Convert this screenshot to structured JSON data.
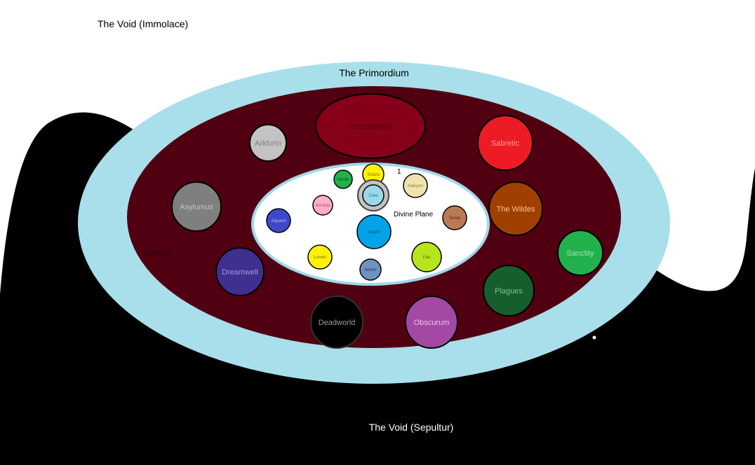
{
  "labels": {
    "void_top": "The Void (Immolace)",
    "void_bottom": "The Void (Sepultur)",
    "primordium": "The Primordium",
    "celestia": "Celestia",
    "divine_plane": "Divine Plane",
    "divine_mark": "1"
  },
  "outer_realms": [
    {
      "id": "chooseth",
      "label": "Choosethera",
      "color": "#87001a"
    },
    {
      "id": "arkturin",
      "label": "Arkturin",
      "color": "#c3c3c3"
    },
    {
      "id": "sabretic",
      "label": "Sabretic",
      "color": "#ed1c24"
    },
    {
      "id": "asylumus",
      "label": "Asylumus",
      "color": "#7f7f7f"
    },
    {
      "id": "wildes",
      "label": "The Wildes",
      "color": "#a04000"
    },
    {
      "id": "sanctity",
      "label": "Sanctity",
      "color": "#22b14c"
    },
    {
      "id": "dreamwell",
      "label": "Dreamwell",
      "color": "#3f2f8f"
    },
    {
      "id": "plagues",
      "label": "Plagues",
      "color": "#165e2c"
    },
    {
      "id": "deadworld",
      "label": "Deadworld",
      "color": "#000000"
    },
    {
      "id": "obscurum",
      "label": "Obscurum",
      "color": "#a349a4"
    }
  ],
  "divine_realms": [
    {
      "id": "d-green",
      "label": "Verdis",
      "color": "#22b14c"
    },
    {
      "id": "d-yellow-top",
      "label": "Solara",
      "color": "#fff200"
    },
    {
      "id": "d-cream",
      "label": "Halcyon",
      "color": "#efe4b0"
    },
    {
      "id": "d-center",
      "label": "Core",
      "color": "#99d9ea"
    },
    {
      "id": "d-pink",
      "label": "Amorae",
      "color": "#ffaec9"
    },
    {
      "id": "d-blue",
      "label": "Aquarel",
      "color": "#3f48cc"
    },
    {
      "id": "d-brown",
      "label": "Terran",
      "color": "#b97a57"
    },
    {
      "id": "d-azure",
      "label": "Azuris",
      "color": "#00a2e8"
    },
    {
      "id": "d-yellow-bot",
      "label": "Lumen",
      "color": "#fff200"
    },
    {
      "id": "d-lime",
      "label": "Fae",
      "color": "#b5e61d"
    },
    {
      "id": "d-steel",
      "label": "Aether",
      "color": "#7092be"
    }
  ],
  "colors": {
    "void_top": "#ffffff",
    "void_bottom": "#000000",
    "primordium": "#a9dfea",
    "celestia": "#500010",
    "divine_plane": "#ffffff"
  }
}
